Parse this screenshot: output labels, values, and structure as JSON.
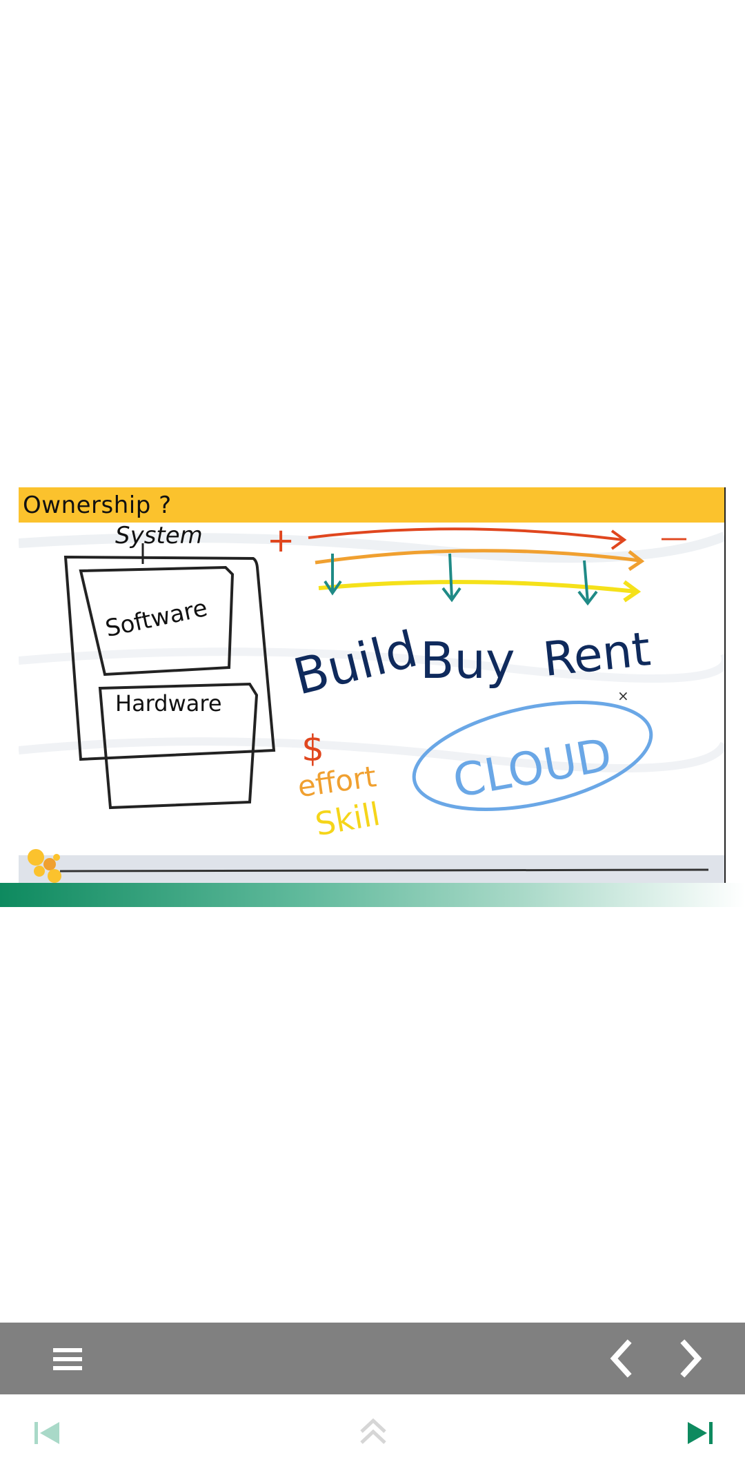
{
  "slide": {
    "title": "Ownership ?",
    "system_label": "System",
    "software_label": "Software",
    "hardware_label": "Hardware",
    "plus_sign": "+",
    "minus_sign": "—",
    "build_label": "Build",
    "buy_label": "Buy",
    "rent_label": "Rent",
    "dollar_label": "$",
    "effort_label": "effort",
    "skill_label": "Skill",
    "cloud_label": "CLOUD",
    "close_mark": "×"
  },
  "colors": {
    "title_bar": "#fbc22d",
    "red_arrow": "#e0461e",
    "orange_arrow": "#f0a030",
    "yellow_arrow": "#f5e11a",
    "teal_arrow": "#1f8a86",
    "navy_text": "#0f2a5c",
    "cloud_blue": "#6aa7e6",
    "toolbar": "#808080",
    "accent_green": "#0e8a5f"
  },
  "icons": {
    "menu": "hamburger-menu-icon",
    "prev": "chevron-left-icon",
    "next": "chevron-right-icon",
    "skip_start": "skip-to-start-icon",
    "collapse": "double-chevron-up-icon",
    "skip_end": "skip-to-end-icon"
  }
}
